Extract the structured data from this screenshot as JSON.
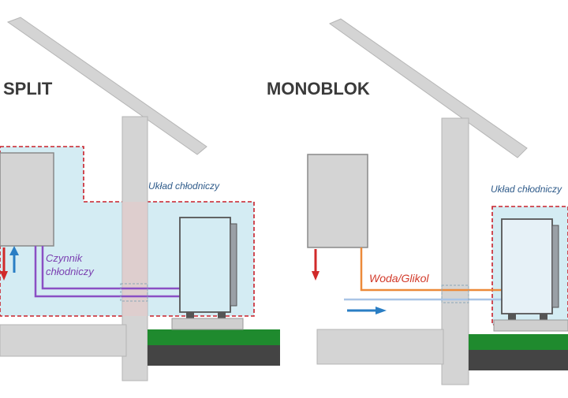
{
  "split": {
    "title": "SPLIT",
    "zone_label": "Układ chłodniczy",
    "pipe_label_line1": "Czynnik",
    "pipe_label_line2": "chłodniczy"
  },
  "monoblok": {
    "title": "MONOBLOK",
    "zone_label": "Układ chłodniczy",
    "pipe_label": "Woda/Glikol"
  },
  "colors": {
    "structure": "#d4d4d4",
    "structure_stroke": "#b5b5b5",
    "zone_fill": "#d4ecf3",
    "zone_border": "#c8202a",
    "refrigerant_pipe": "#8a4fc4",
    "water_pipe_supply": "#ec8a3a",
    "water_pipe_return": "#a9c4e6",
    "heat_arrow": "#d12a2a",
    "cold_arrow": "#2a7ec4",
    "grass": "#1f8a2e",
    "ground": "#444444"
  }
}
